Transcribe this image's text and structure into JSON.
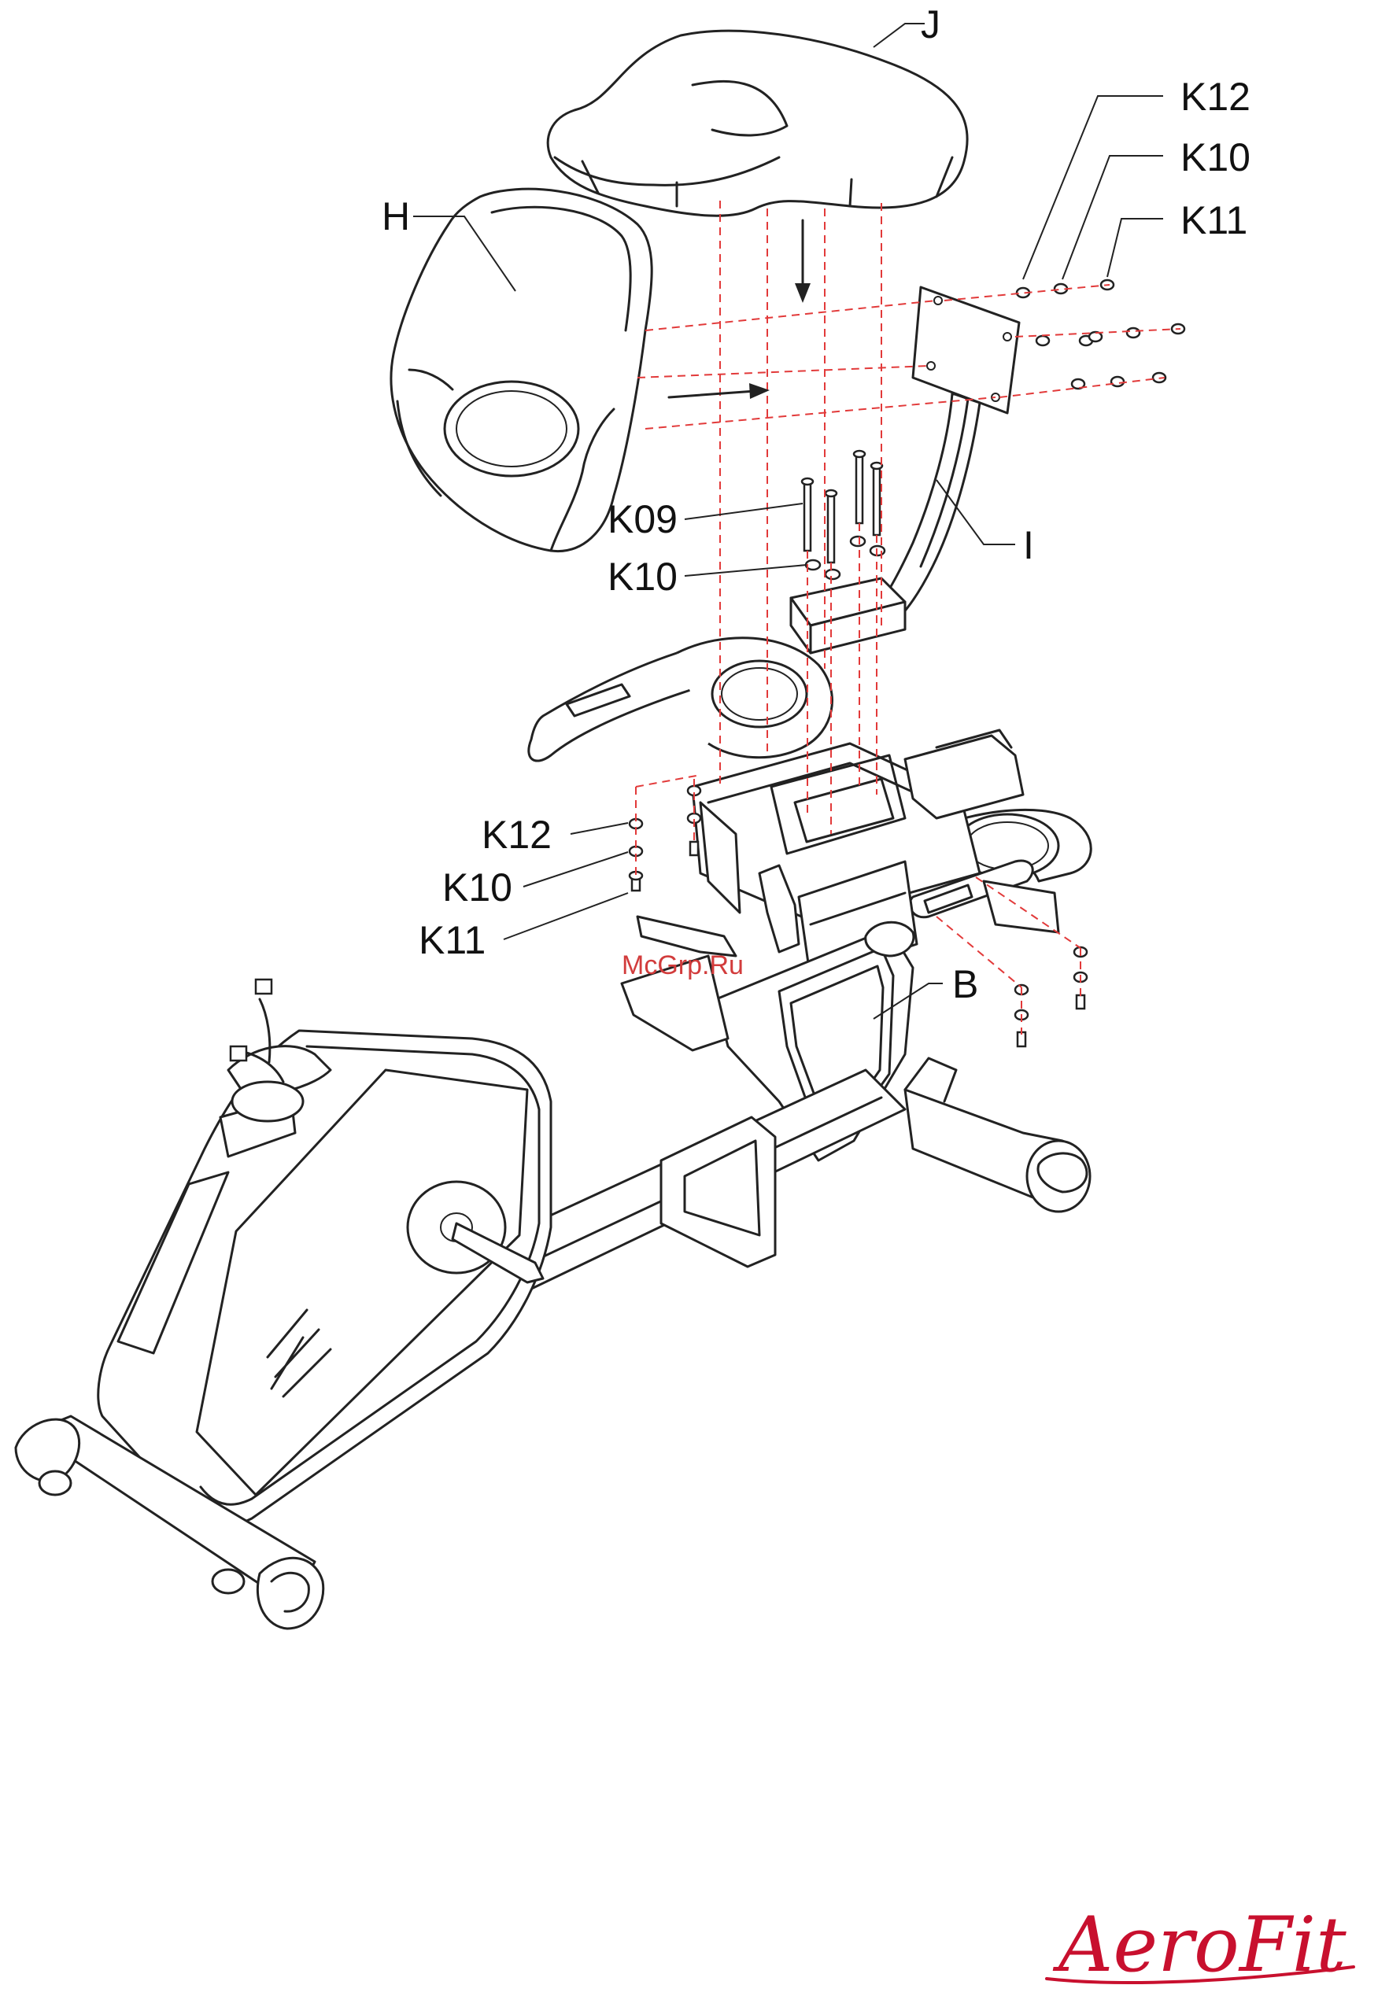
{
  "labels": {
    "J": "J",
    "H": "H",
    "I": "I",
    "B": "B",
    "K12_top": "K12",
    "K10_top": "K10",
    "K11_top": "K11",
    "K09": "K09",
    "K10_mid": "K10",
    "K12_left": "K12",
    "K10_left": "K10",
    "K11_left": "K11"
  },
  "watermark": "McGrp.Ru",
  "brand": "AeroFit",
  "colors": {
    "dashed_guide": "#e23a3a",
    "brand": "#c8102e",
    "line": "#222222"
  }
}
